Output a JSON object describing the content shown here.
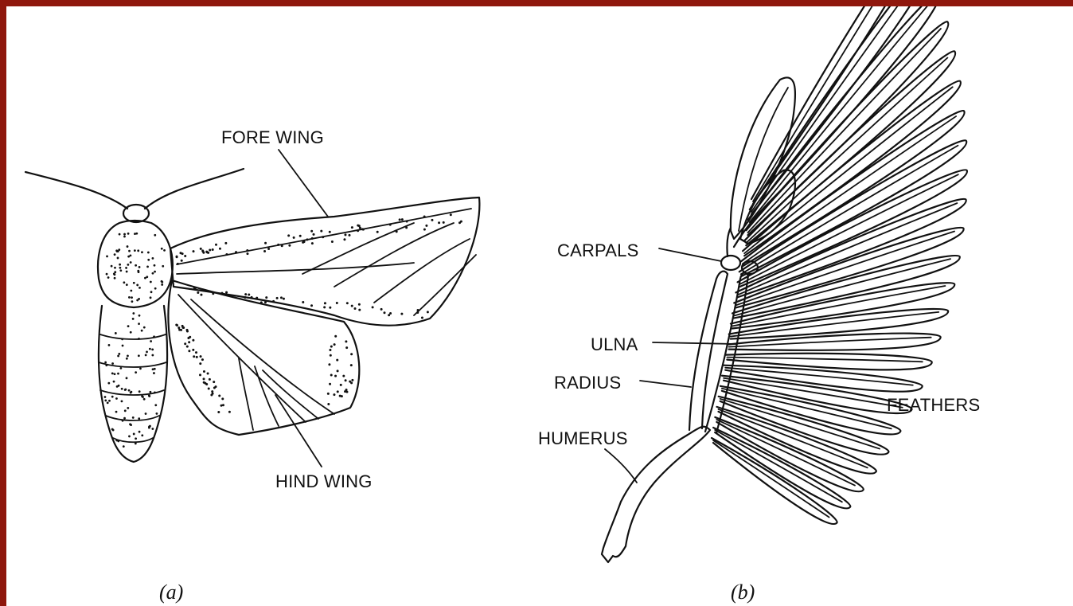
{
  "labels": {
    "fore_wing": "FORE WING",
    "hind_wing": "HIND WING",
    "carpals": "CARPALS",
    "ulna": "ULNA",
    "radius": "RADIUS",
    "humerus": "HUMERUS",
    "feathers": "FEATHERS"
  },
  "captions": {
    "a": "(a)",
    "b": "(b)"
  },
  "colors": {
    "border": "#8f170d",
    "background": "#ffffff",
    "ink": "#111111"
  }
}
